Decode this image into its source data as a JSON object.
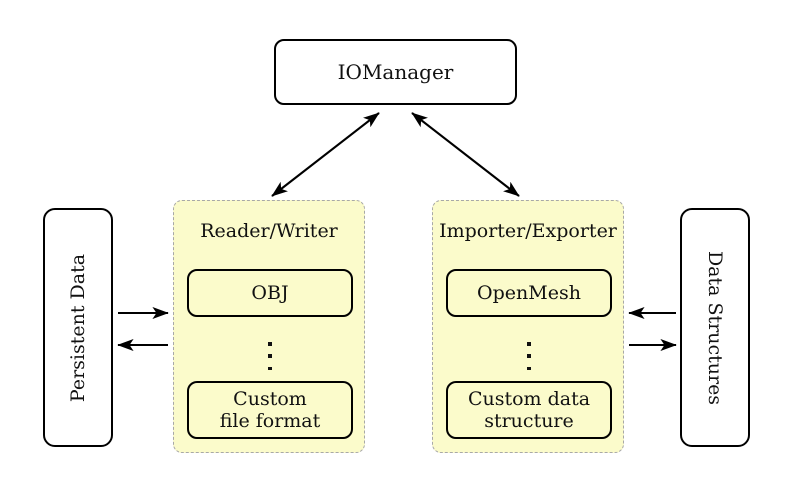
{
  "diagram": {
    "title_node": {
      "label": "IOManager"
    },
    "left_store": {
      "label": "Persistent Data"
    },
    "right_store": {
      "label": "Data Structures"
    },
    "panels": [
      {
        "id": "reader-writer",
        "title": "Reader/Writer",
        "items": [
          {
            "label": "OBJ"
          },
          {
            "label": "Custom\nfile format"
          }
        ],
        "ellipsis": "⋮"
      },
      {
        "id": "importer-exporter",
        "title": "Importer/Exporter",
        "items": [
          {
            "label": "OpenMesh"
          },
          {
            "label": "Custom data\nstructure"
          }
        ],
        "ellipsis": "⋮"
      }
    ],
    "connections": [
      {
        "name": "iomanager-to-reader-writer",
        "kind": "double-arrow"
      },
      {
        "name": "iomanager-to-importer-exporter",
        "kind": "double-arrow"
      },
      {
        "name": "persistent-data-to-reader-writer",
        "kind": "arrow-right"
      },
      {
        "name": "reader-writer-to-persistent-data",
        "kind": "arrow-left"
      },
      {
        "name": "data-structures-to-importer-exporter",
        "kind": "arrow-left"
      },
      {
        "name": "importer-exporter-to-data-structures",
        "kind": "arrow-right"
      }
    ],
    "colors": {
      "panel_fill": "#fbfbcb",
      "panel_border": "#a8a8a8",
      "node_border": "#000000",
      "node_fill": "#ffffff",
      "text": "#111111"
    }
  }
}
